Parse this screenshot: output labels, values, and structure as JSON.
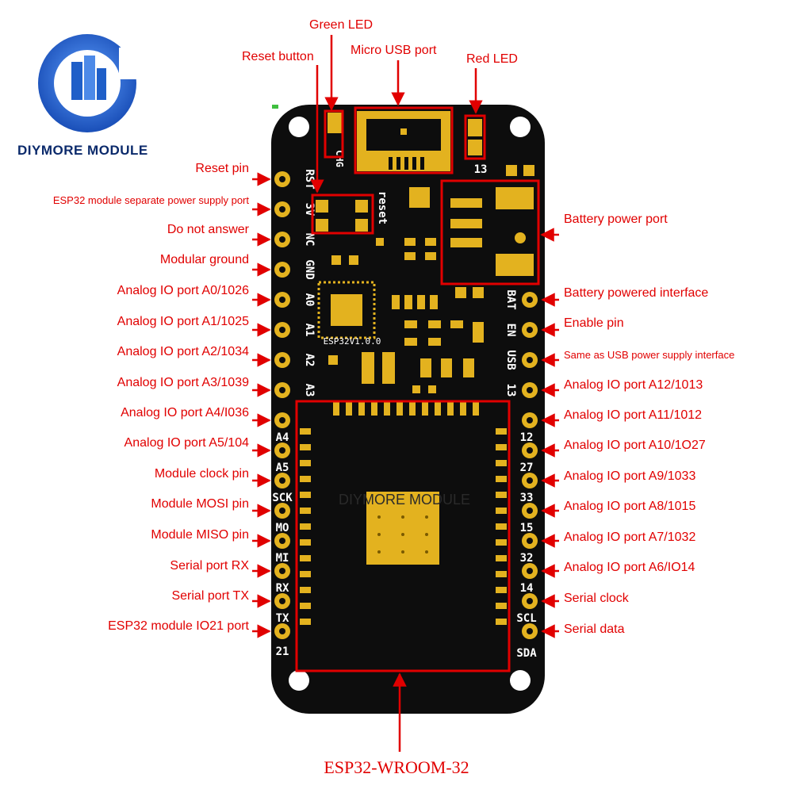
{
  "brand": {
    "name": "DIYMORE MODULE",
    "logo_icon": "diymore-logo-icon"
  },
  "module_title": "ESP32-WROOM-32",
  "colors": {
    "label": "#e10000",
    "board": "#0d0d0d",
    "pad": "#e3b21f",
    "highlight": "#e10000",
    "logo_blue": "#1f5fc8"
  },
  "top_labels": [
    {
      "id": "reset-button",
      "text": "Reset button"
    },
    {
      "id": "green-led",
      "text": "Green LED"
    },
    {
      "id": "micro-usb-port",
      "text": "Micro USB port"
    },
    {
      "id": "red-led",
      "text": "Red LED"
    }
  ],
  "left_labels": [
    "Reset pin",
    "ESP32 module separate power supply port",
    "Do not answer",
    "Modular ground",
    "Analog IO port A0/1026",
    "Analog IO port A1/1025",
    "Analog IO port A2/1034",
    "Analog IO port A3/1039",
    "Analog IO port A4/I036",
    "Analog IO port A5/104",
    "Module clock pin",
    "Module MOSI pin",
    "Module MISO pin",
    "Serial port RX",
    "Serial port TX",
    "ESP32 module IO21 port"
  ],
  "right_labels": [
    "Battery power port",
    "Battery powered interface",
    "Enable pin",
    "Same as USB power supply interface",
    "Analog IO port A12/1013",
    "Analog IO port A11/1012",
    "Analog IO port A10/1O27",
    "Analog IO port A9/1033",
    "Analog IO port A8/1015",
    "Analog IO port A7/1032",
    "Analog IO port A6/IO14",
    "Serial clock",
    "Serial data"
  ],
  "silkscreen": {
    "left_top": [
      "RST",
      "3V",
      "NC",
      "GND",
      "A0",
      "A1",
      "A2",
      "A3"
    ],
    "left_bottom": [
      "A4",
      "A5",
      "SCK",
      "MO",
      "MI",
      "RX",
      "TX",
      "21"
    ],
    "right_top": [
      "BAT",
      "EN",
      "USB",
      "13"
    ],
    "right_bottom": [
      "12",
      "27",
      "33",
      "15",
      "32",
      "14",
      "SCL",
      "SDA"
    ],
    "reset": "reset",
    "chg": "CHG",
    "led13": "13",
    "chip": "ESP32V1.0.0",
    "watermark": "DIYMORE MODULE"
  }
}
